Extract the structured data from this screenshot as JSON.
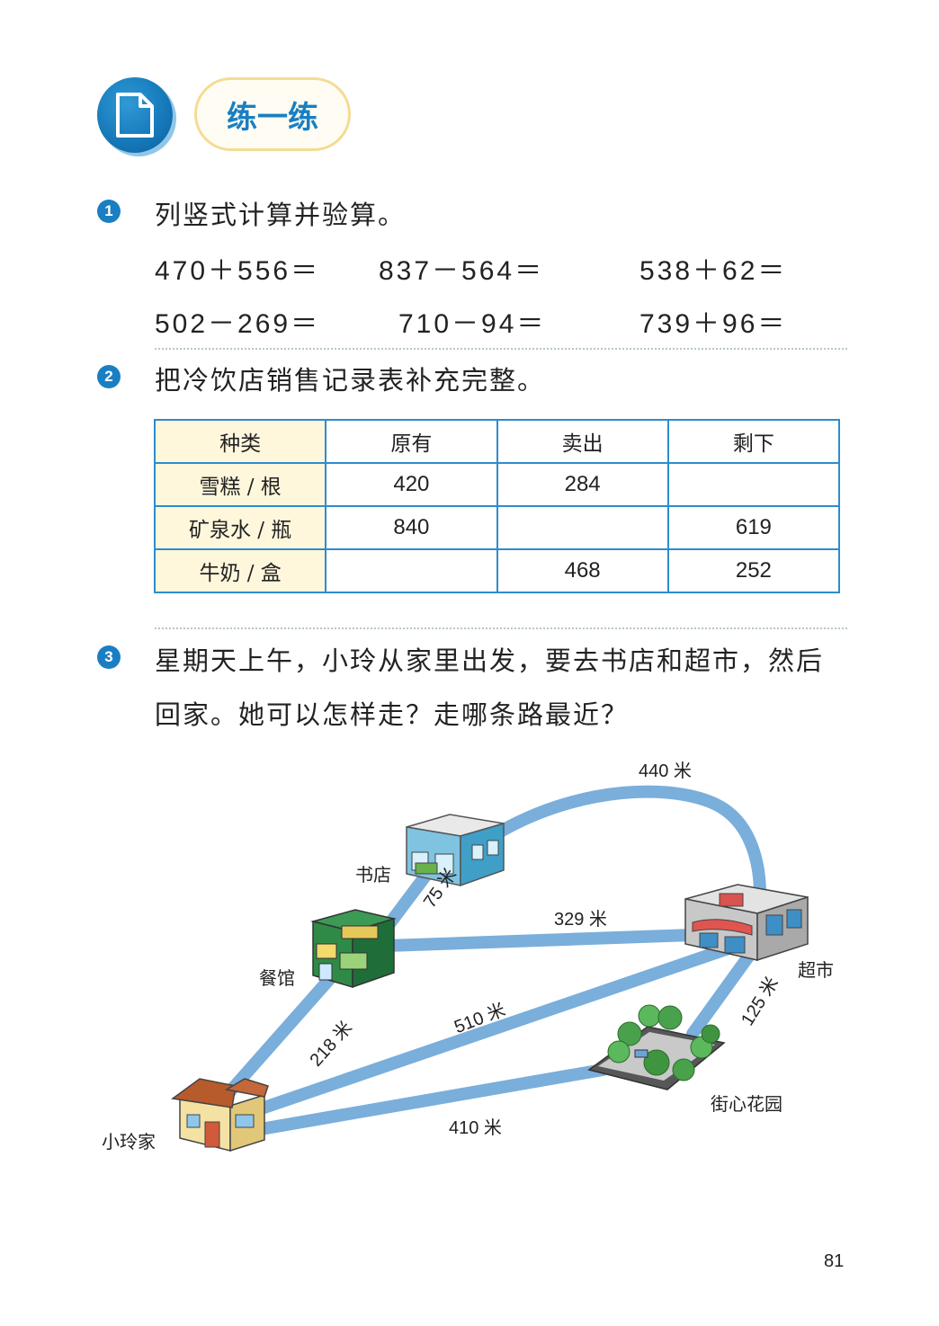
{
  "header": {
    "title": "练一练",
    "icon": "document-icon"
  },
  "q1": {
    "number": "1",
    "prompt": "列竖式计算并验算。",
    "equations": [
      "470＋556＝",
      "837－564＝",
      "538＋62＝",
      "502－269＝",
      "710－94＝",
      "739＋96＝"
    ]
  },
  "q2": {
    "number": "2",
    "prompt": "把冷饮店销售记录表补充完整。",
    "columns": [
      "种类",
      "原有",
      "卖出",
      "剩下"
    ],
    "rows": [
      [
        "雪糕 / 根",
        "420",
        "284",
        ""
      ],
      [
        "矿泉水 / 瓶",
        "840",
        "",
        "619"
      ],
      [
        "牛奶 / 盒",
        "",
        "468",
        "252"
      ]
    ]
  },
  "q3": {
    "number": "3",
    "prompt_line1": "星期天上午，小玲从家里出发，要去书店和超市，然后",
    "prompt_line2": "回家。她可以怎样走？走哪条路最近？",
    "places": {
      "bookstore": "书店",
      "restaurant": "餐馆",
      "supermarket": "超市",
      "garden": "街心花园",
      "home": "小玲家"
    },
    "distances": {
      "bookstore_supermarket": "440 米",
      "restaurant_bookstore": "75 米",
      "restaurant_supermarket": "329 米",
      "home_restaurant": "218 米",
      "home_supermarket": "510 米",
      "garden_supermarket": "125 米",
      "home_garden": "410 米"
    },
    "road_color": "#7aaedb"
  },
  "page_number": "81"
}
